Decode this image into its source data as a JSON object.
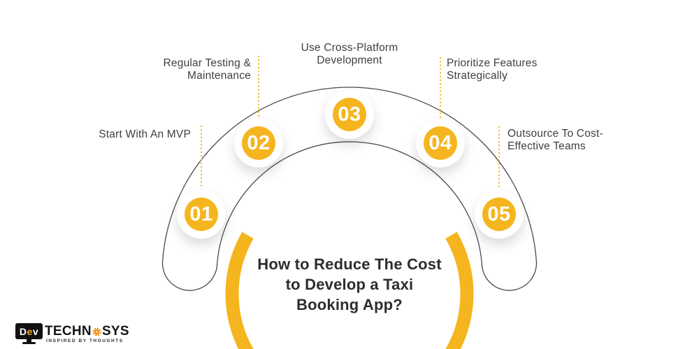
{
  "title": {
    "lines": [
      "How to Reduce The Cost",
      "to Develop a Taxi",
      "Booking App?"
    ]
  },
  "steps": [
    {
      "number": "01",
      "lines": [
        "Start With An MVP"
      ]
    },
    {
      "number": "02",
      "lines": [
        "Regular Testing &",
        "Maintenance"
      ]
    },
    {
      "number": "03",
      "lines": [
        "Use Cross-Platform",
        "Development"
      ]
    },
    {
      "number": "04",
      "lines": [
        "Prioritize Features",
        "Strategically"
      ]
    },
    {
      "number": "05",
      "lines": [
        "Outsource To Cost-",
        "Effective Teams"
      ]
    }
  ],
  "logo": {
    "d": "D",
    "e": "e",
    "v": "v",
    "techn": "TECHN",
    "sys": "SYS",
    "tagline": "INSPIRED BY THOUGHTS"
  },
  "colors": {
    "accent_yellow": "#F5B51E",
    "dotted_leader": "#F1BB2B",
    "band_outline": "#4A4A4A",
    "logo_gear_orange": "#F08A00",
    "label_text": "#3F3F3F",
    "title_text": "#2D2D2D"
  }
}
